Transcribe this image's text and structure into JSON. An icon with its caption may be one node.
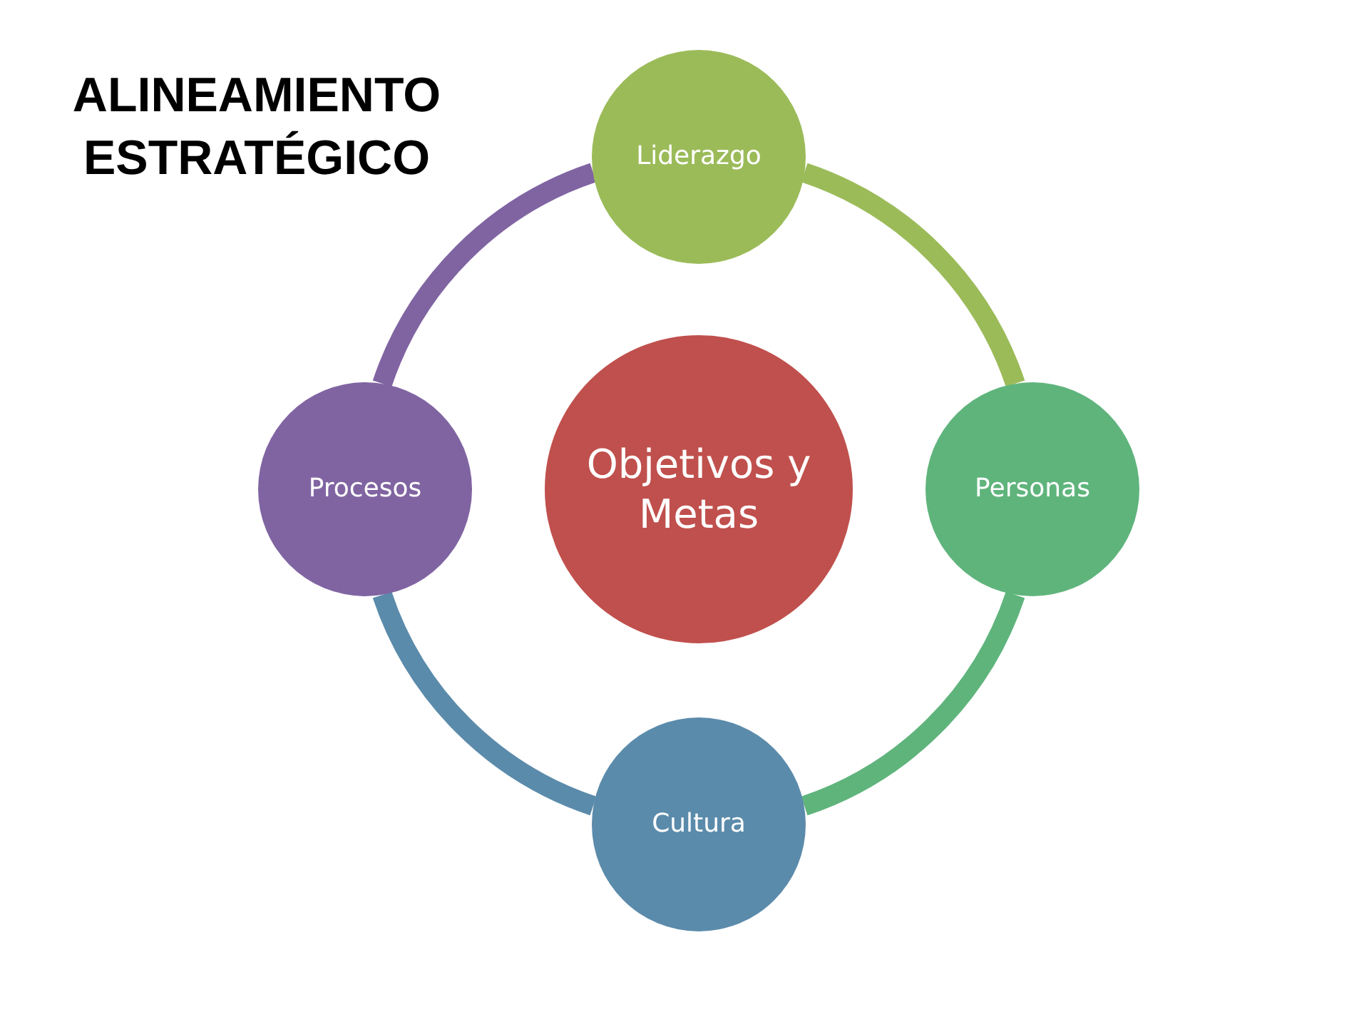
{
  "diagram": {
    "title": "ALINEAMIENTO ESTRATÉGICO",
    "nodes": [
      {
        "text": [
          "Liderazgo"
        ]
      },
      {
        "text": [
          "Procesos"
        ]
      },
      {
        "text": [
          "Objetivos y Metas"
        ]
      },
      {
        "text": [
          "Personas"
        ]
      },
      {
        "text": [
          "Cultura"
        ]
      }
    ],
    "edges": [
      {
        "from": 0,
        "to": 3,
        "arrow": "none",
        "color": "#9bbb59"
      },
      {
        "from": 3,
        "to": 4,
        "arrow": "none",
        "color": "#5fb47c"
      },
      {
        "from": 4,
        "to": 1,
        "arrow": "none",
        "color": "#5b8bab"
      },
      {
        "from": 1,
        "to": 0,
        "arrow": "none",
        "color": "#8064a2"
      }
    ]
  }
}
